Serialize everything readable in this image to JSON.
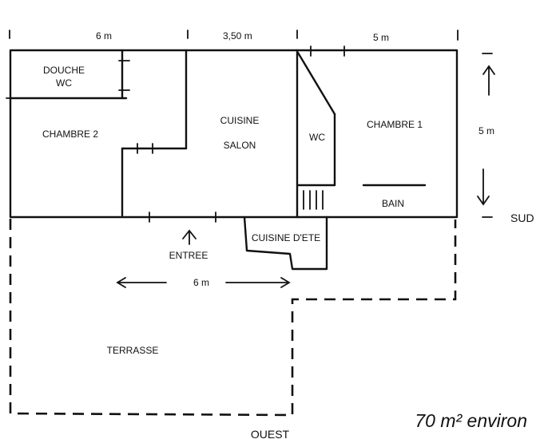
{
  "dimensions": {
    "top_left": "6 m",
    "top_middle": "3,50 m",
    "top_right": "5 m",
    "right_side": "5 m",
    "terrace": "6 m"
  },
  "rooms": {
    "douche_wc": [
      "DOUCHE",
      "WC"
    ],
    "chambre_2": "CHAMBRE 2",
    "cuisine_salon": [
      "CUISINE",
      "SALON"
    ],
    "wc": "WC",
    "chambre_1": "CHAMBRE 1",
    "bain": "BAIN",
    "cuisine_ete": "CUISINE D'ETE",
    "entree": "ENTREE",
    "terrasse": "TERRASSE"
  },
  "orientation": {
    "south": "SUD",
    "west": "OUEST"
  },
  "area_note": "70 m² environ"
}
